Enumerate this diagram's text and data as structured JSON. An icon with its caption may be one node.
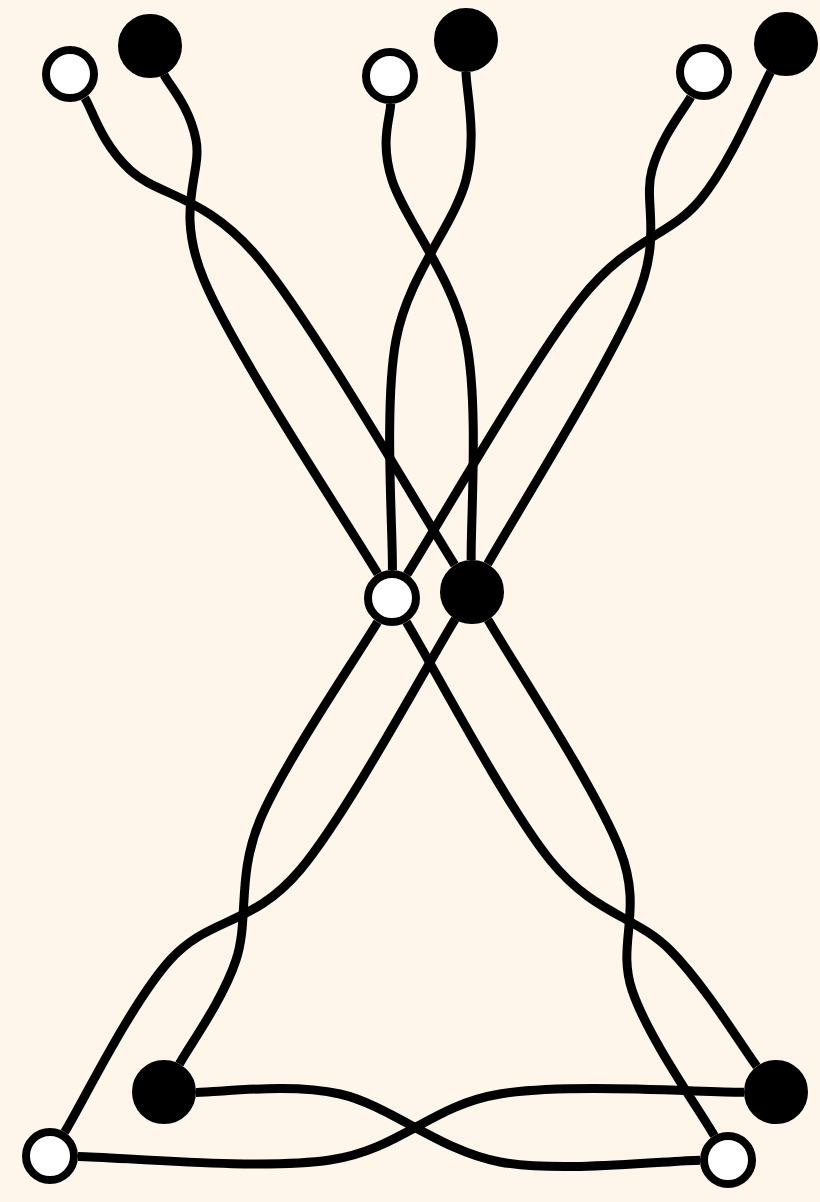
{
  "diagram": {
    "nodes": [
      {
        "text": [],
        "shape": "circle"
      },
      {
        "text": [],
        "shape": "dot"
      },
      {
        "text": [],
        "shape": "circle"
      },
      {
        "text": [],
        "shape": "dot"
      },
      {
        "text": [],
        "shape": "circle"
      },
      {
        "text": [],
        "shape": "dot"
      },
      {
        "text": [],
        "shape": "circle"
      },
      {
        "text": [],
        "shape": "dot"
      },
      {
        "text": [],
        "shape": "dot"
      },
      {
        "text": [],
        "shape": "dot"
      },
      {
        "text": [],
        "shape": "circle"
      },
      {
        "text": [],
        "shape": "circle"
      }
    ],
    "edges": [
      {
        "from": 1,
        "to": 6,
        "arrow": "none"
      },
      {
        "from": 3,
        "to": 6,
        "arrow": "none"
      },
      {
        "from": 5,
        "to": 6,
        "arrow": "none"
      },
      {
        "from": 0,
        "to": 7,
        "arrow": "none"
      },
      {
        "from": 2,
        "to": 7,
        "arrow": "none"
      },
      {
        "from": 4,
        "to": 7,
        "arrow": "none"
      },
      {
        "from": 6,
        "to": 8,
        "arrow": "none"
      },
      {
        "from": 6,
        "to": 9,
        "arrow": "none"
      },
      {
        "from": 7,
        "to": 10,
        "arrow": "none"
      },
      {
        "from": 7,
        "to": 11,
        "arrow": "none"
      },
      {
        "from": 8,
        "to": 11,
        "arrow": "none"
      },
      {
        "from": 10,
        "to": 9,
        "arrow": "none"
      }
    ]
  }
}
